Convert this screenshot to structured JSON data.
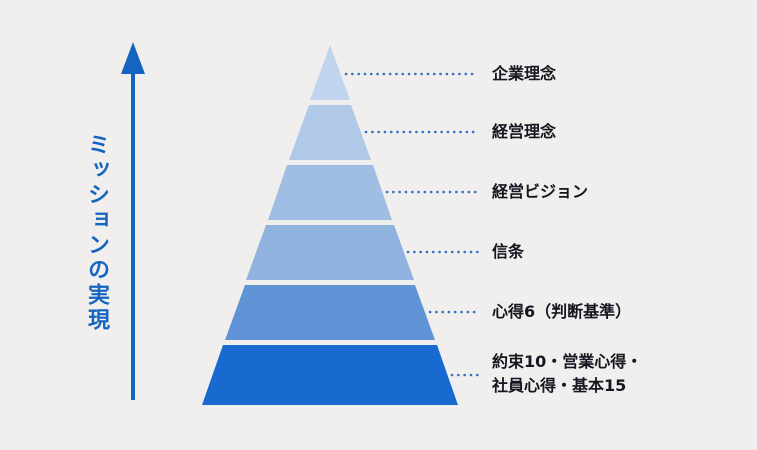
{
  "diagram": {
    "mission_label": "ミッションの実現",
    "levels": [
      {
        "label": "企業理念",
        "color": "#c0d4ee"
      },
      {
        "label": "経営理念",
        "color": "#b0c9e9"
      },
      {
        "label": "経営ビジョン",
        "color": "#a0bee4"
      },
      {
        "label": "信条",
        "color": "#8fb2df"
      },
      {
        "label": "心得6（判断基準）",
        "color": "#6092d6"
      },
      {
        "label": "約束10・営業心得・\n社員心得・基本15",
        "color": "#186ad0"
      }
    ],
    "colors": {
      "background": "#f0efed",
      "accent": "#1565c0",
      "dotted_line": "#3572c6",
      "label_text": "#15161f"
    }
  }
}
